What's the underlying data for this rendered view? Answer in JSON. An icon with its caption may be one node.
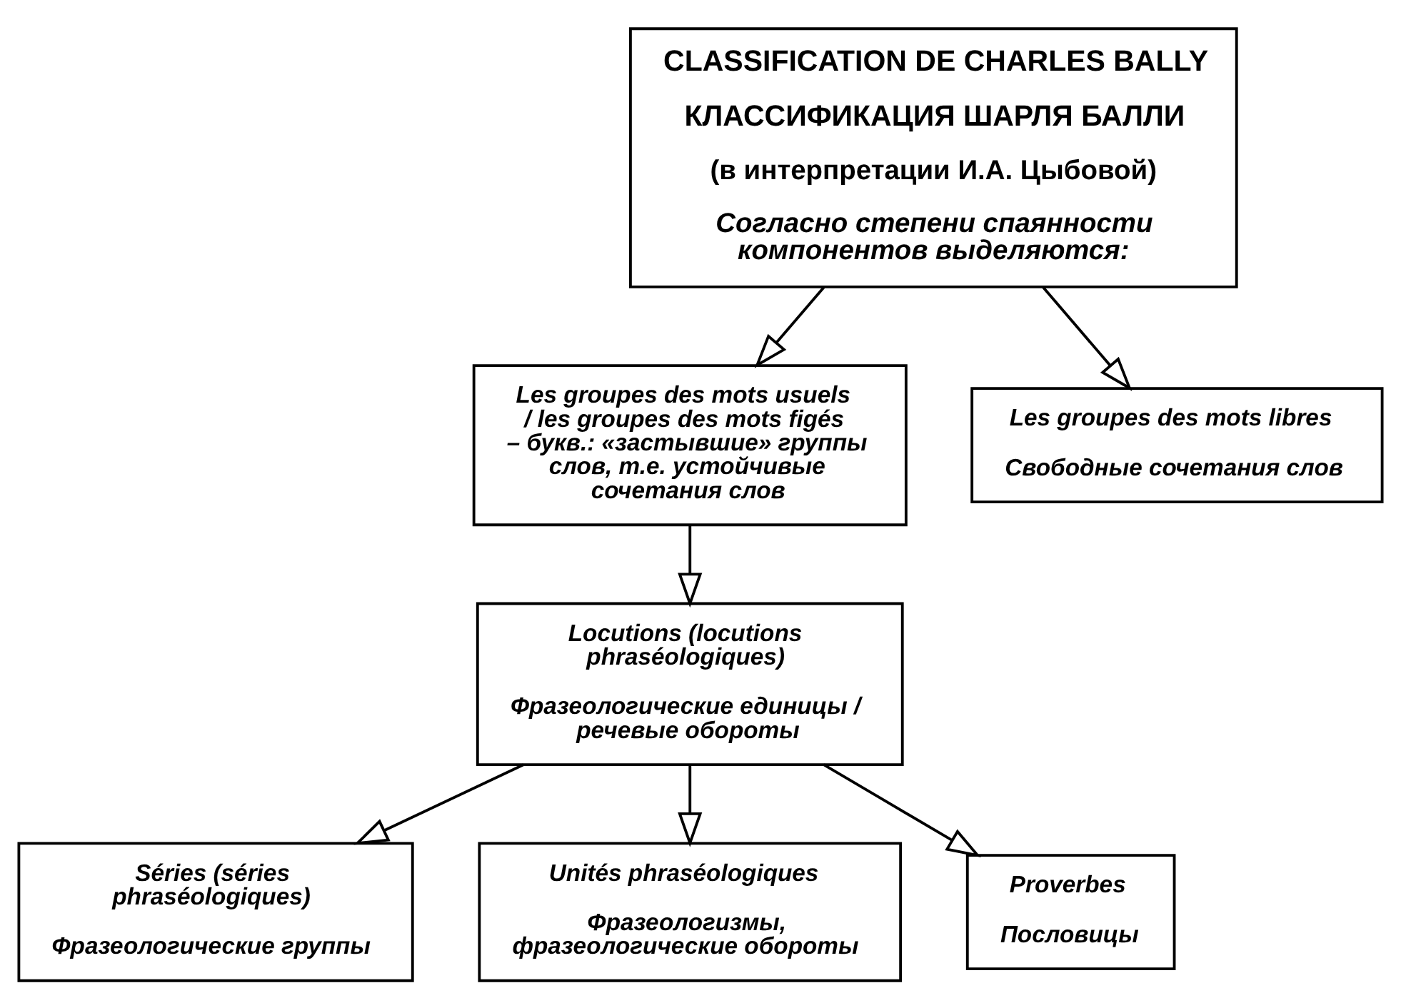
{
  "diagram": {
    "nodes": [
      {
        "text": [
          "CLASSIFICATION DE CHARLES BALLY",
          "КЛАССИФИКАЦИЯ ШАРЛЯ БАЛЛИ",
          "(в интерпретации И.А. Цыбовой)",
          "Согласно степени спаянности компонентов выделяются:"
        ]
      },
      {
        "text": [
          "Les groupes des mots usuels / les groupes des mots figés – букв.: «застывшие» группы слов, т.е. устойчивые сочетания слов"
        ]
      },
      {
        "text": [
          "Les groupes des mots libres",
          "Свободные сочетания слов"
        ]
      },
      {
        "text": [
          "Locutions (locutions phraséologiques)",
          "Фразеологические единицы / речевые обороты"
        ]
      },
      {
        "text": [
          "Séries (séries phraséologiques)",
          "Фразеологические группы"
        ]
      },
      {
        "text": [
          "Unités phraséologiques",
          "Фразеологизмы, фразеологические обороты"
        ]
      },
      {
        "text": [
          "Proverbes",
          "Пословицы"
        ]
      }
    ],
    "edges": [
      {
        "from": 0,
        "to": 1,
        "arrow": "to"
      },
      {
        "from": 0,
        "to": 2,
        "arrow": "to"
      },
      {
        "from": 1,
        "to": 3,
        "arrow": "to"
      },
      {
        "from": 3,
        "to": 4,
        "arrow": "to"
      },
      {
        "from": 3,
        "to": 5,
        "arrow": "to"
      },
      {
        "from": 3,
        "to": 6,
        "arrow": "to"
      }
    ]
  }
}
